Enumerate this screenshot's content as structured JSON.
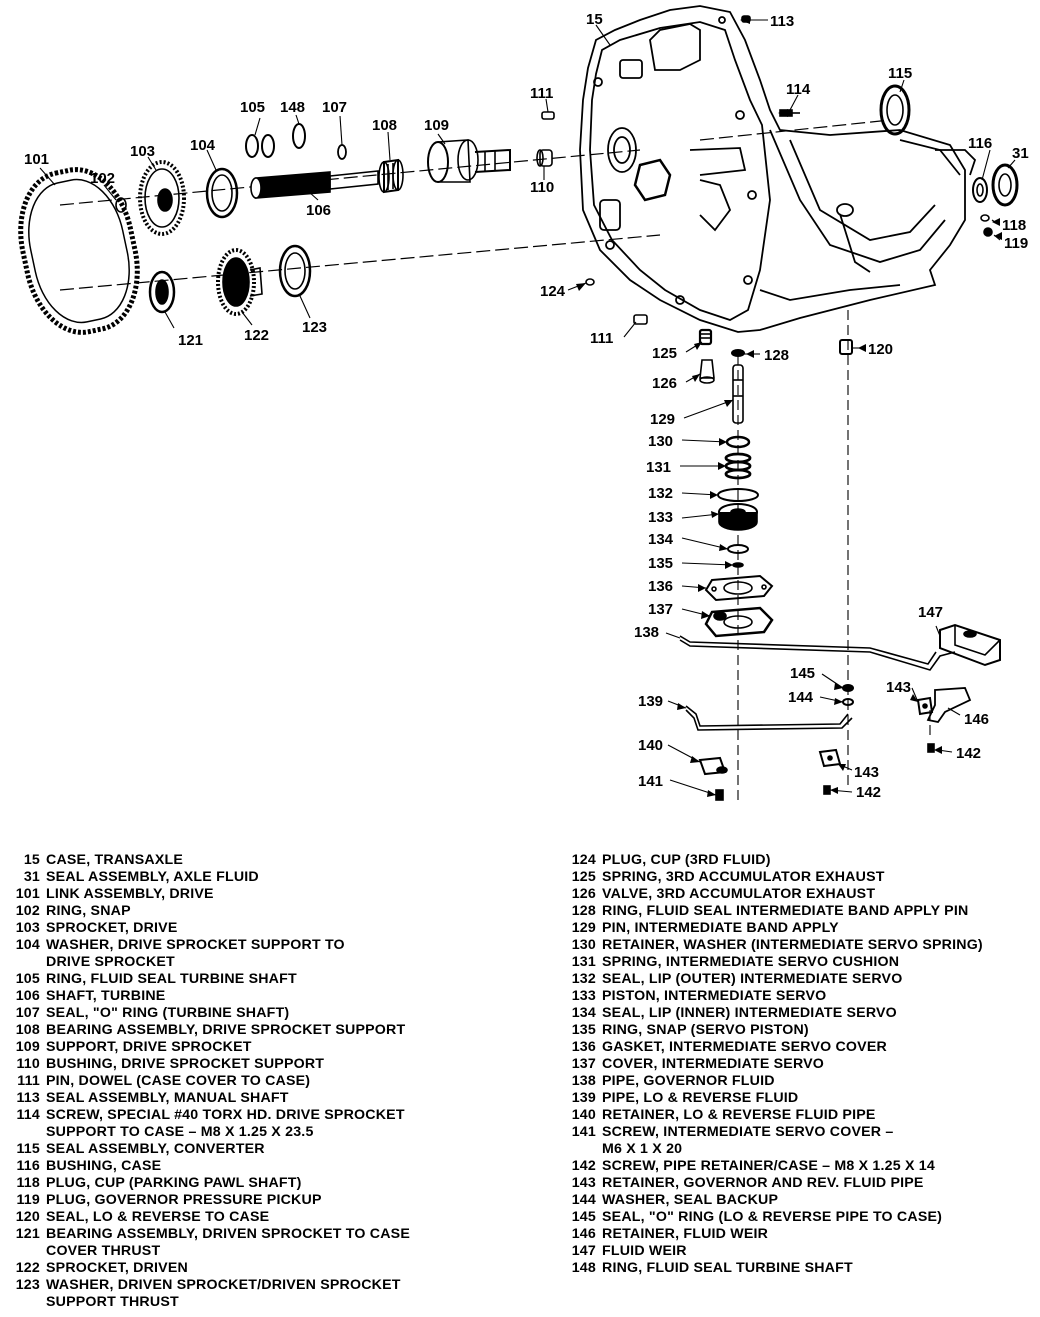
{
  "callouts": {
    "c15": "15",
    "c31": "31",
    "c101": "101",
    "c102": "102",
    "c103": "103",
    "c104": "104",
    "c105": "105",
    "c106": "106",
    "c107": "107",
    "c108": "108",
    "c109": "109",
    "c110": "110",
    "c111a": "111",
    "c111b": "111",
    "c113": "113",
    "c114": "114",
    "c115": "115",
    "c116": "116",
    "c118": "118",
    "c119": "119",
    "c120": "120",
    "c121": "121",
    "c122": "122",
    "c123": "123",
    "c124": "124",
    "c125": "125",
    "c126": "126",
    "c128": "128",
    "c129": "129",
    "c130": "130",
    "c131": "131",
    "c132": "132",
    "c133": "133",
    "c134": "134",
    "c135": "135",
    "c136": "136",
    "c137": "137",
    "c138": "138",
    "c139": "139",
    "c140": "140",
    "c141": "141",
    "c142a": "142",
    "c142b": "142",
    "c143a": "143",
    "c143b": "143",
    "c144": "144",
    "c145": "145",
    "c146": "146",
    "c147": "147",
    "c148": "148"
  },
  "legend_left": [
    {
      "num": "15",
      "desc": "CASE, TRANSAXLE"
    },
    {
      "num": "31",
      "desc": "SEAL ASSEMBLY, AXLE FLUID"
    },
    {
      "num": "101",
      "desc": "LINK ASSEMBLY, DRIVE"
    },
    {
      "num": "102",
      "desc": "RING, SNAP"
    },
    {
      "num": "103",
      "desc": "SPROCKET, DRIVE"
    },
    {
      "num": "104",
      "desc": "WASHER, DRIVE SPROCKET SUPPORT TO",
      "cont": "DRIVE SPROCKET"
    },
    {
      "num": "105",
      "desc": "RING, FLUID SEAL TURBINE SHAFT"
    },
    {
      "num": "106",
      "desc": "SHAFT, TURBINE"
    },
    {
      "num": "107",
      "desc": "SEAL, \"O\" RING (TURBINE SHAFT)"
    },
    {
      "num": "108",
      "desc": "BEARING ASSEMBLY, DRIVE SPROCKET SUPPORT"
    },
    {
      "num": "109",
      "desc": "SUPPORT, DRIVE SPROCKET"
    },
    {
      "num": "110",
      "desc": "BUSHING, DRIVE SPROCKET SUPPORT"
    },
    {
      "num": "111",
      "desc": "PIN, DOWEL (CASE COVER TO CASE)"
    },
    {
      "num": "113",
      "desc": "SEAL ASSEMBLY, MANUAL SHAFT"
    },
    {
      "num": "114",
      "desc": "SCREW, SPECIAL #40 TORX HD. DRIVE SPROCKET",
      "cont": "SUPPORT TO CASE – M8 X 1.25 X 23.5"
    },
    {
      "num": "115",
      "desc": "SEAL ASSEMBLY, CONVERTER"
    },
    {
      "num": "116",
      "desc": "BUSHING, CASE"
    },
    {
      "num": "118",
      "desc": "PLUG, CUP (PARKING PAWL SHAFT)"
    },
    {
      "num": "119",
      "desc": "PLUG, GOVERNOR PRESSURE PICKUP"
    },
    {
      "num": "120",
      "desc": "SEAL, LO & REVERSE TO CASE"
    },
    {
      "num": "121",
      "desc": "BEARING ASSEMBLY, DRIVEN SPROCKET TO CASE",
      "cont": "COVER THRUST"
    },
    {
      "num": "122",
      "desc": "SPROCKET, DRIVEN"
    },
    {
      "num": "123",
      "desc": "WASHER, DRIVEN SPROCKET/DRIVEN SPROCKET",
      "cont": "SUPPORT THRUST"
    }
  ],
  "legend_right": [
    {
      "num": "124",
      "desc": "PLUG, CUP (3RD FLUID)"
    },
    {
      "num": "125",
      "desc": "SPRING, 3RD ACCUMULATOR EXHAUST"
    },
    {
      "num": "126",
      "desc": "VALVE, 3RD ACCUMULATOR EXHAUST"
    },
    {
      "num": "128",
      "desc": "RING, FLUID SEAL INTERMEDIATE BAND APPLY PIN"
    },
    {
      "num": "129",
      "desc": "PIN, INTERMEDIATE BAND APPLY"
    },
    {
      "num": "130",
      "desc": "RETAINER, WASHER (INTERMEDIATE SERVO SPRING)"
    },
    {
      "num": "131",
      "desc": "SPRING, INTERMEDIATE SERVO CUSHION"
    },
    {
      "num": "132",
      "desc": "SEAL, LIP (OUTER) INTERMEDIATE SERVO"
    },
    {
      "num": "133",
      "desc": "PISTON, INTERMEDIATE SERVO"
    },
    {
      "num": "134",
      "desc": "SEAL, LIP (INNER) INTERMEDIATE SERVO"
    },
    {
      "num": "135",
      "desc": "RING, SNAP (SERVO PISTON)"
    },
    {
      "num": "136",
      "desc": "GASKET, INTERMEDIATE SERVO COVER"
    },
    {
      "num": "137",
      "desc": "COVER, INTERMEDIATE SERVO"
    },
    {
      "num": "138",
      "desc": "PIPE, GOVERNOR FLUID"
    },
    {
      "num": "139",
      "desc": "PIPE, LO & REVERSE FLUID"
    },
    {
      "num": "140",
      "desc": "RETAINER, LO & REVERSE FLUID PIPE"
    },
    {
      "num": "141",
      "desc": "SCREW, INTERMEDIATE SERVO COVER –",
      "cont": "M6 X 1 X 20"
    },
    {
      "num": "142",
      "desc": "SCREW, PIPE RETAINER/CASE – M8 X 1.25 X 14"
    },
    {
      "num": "143",
      "desc": "RETAINER, GOVERNOR AND REV. FLUID PIPE"
    },
    {
      "num": "144",
      "desc": "WASHER, SEAL BACKUP"
    },
    {
      "num": "145",
      "desc": "SEAL, \"O\" RING (LO & REVERSE PIPE TO CASE)"
    },
    {
      "num": "146",
      "desc": "RETAINER, FLUID WEIR"
    },
    {
      "num": "147",
      "desc": "FLUID WEIR"
    },
    {
      "num": "148",
      "desc": "RING, FLUID SEAL TURBINE SHAFT"
    }
  ]
}
